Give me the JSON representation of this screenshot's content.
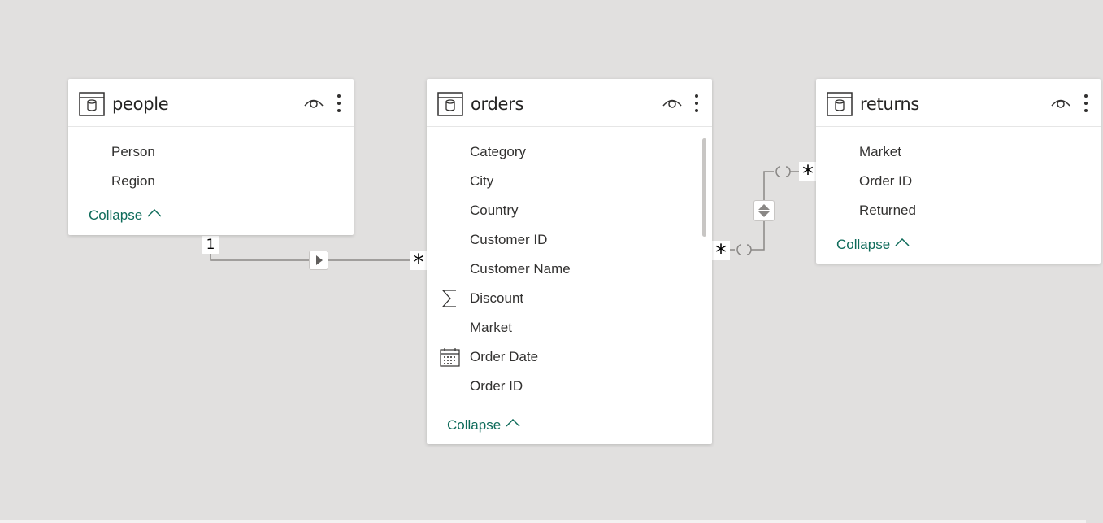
{
  "tables": [
    {
      "id": "people",
      "title": "people",
      "fields": [
        {
          "label": "Person",
          "icon": "none"
        },
        {
          "label": "Region",
          "icon": "none"
        }
      ],
      "collapse_label": "Collapse"
    },
    {
      "id": "orders",
      "title": "orders",
      "fields": [
        {
          "label": "Category",
          "icon": "none"
        },
        {
          "label": "City",
          "icon": "none"
        },
        {
          "label": "Country",
          "icon": "none"
        },
        {
          "label": "Customer ID",
          "icon": "none"
        },
        {
          "label": "Customer Name",
          "icon": "none"
        },
        {
          "label": "Discount",
          "icon": "sigma-icon"
        },
        {
          "label": "Market",
          "icon": "none"
        },
        {
          "label": "Order Date",
          "icon": "calendar-icon"
        },
        {
          "label": "Order ID",
          "icon": "none"
        }
      ],
      "collapse_label": "Collapse"
    },
    {
      "id": "returns",
      "title": "returns",
      "fields": [
        {
          "label": "Market",
          "icon": "none"
        },
        {
          "label": "Order ID",
          "icon": "none"
        },
        {
          "label": "Returned",
          "icon": "none"
        }
      ],
      "collapse_label": "Collapse"
    }
  ],
  "relationships": [
    {
      "from": "people",
      "to": "orders",
      "from_cardinality": "1",
      "to_cardinality": "*",
      "direction": "single"
    },
    {
      "from": "orders",
      "to": "returns",
      "from_cardinality": "*",
      "to_cardinality": "*",
      "direction": "both"
    }
  ],
  "colors": {
    "canvas": "#e1e0df",
    "card": "#ffffff",
    "text": "#323130",
    "accent": "#0e6b5a",
    "line": "#8a8886"
  }
}
